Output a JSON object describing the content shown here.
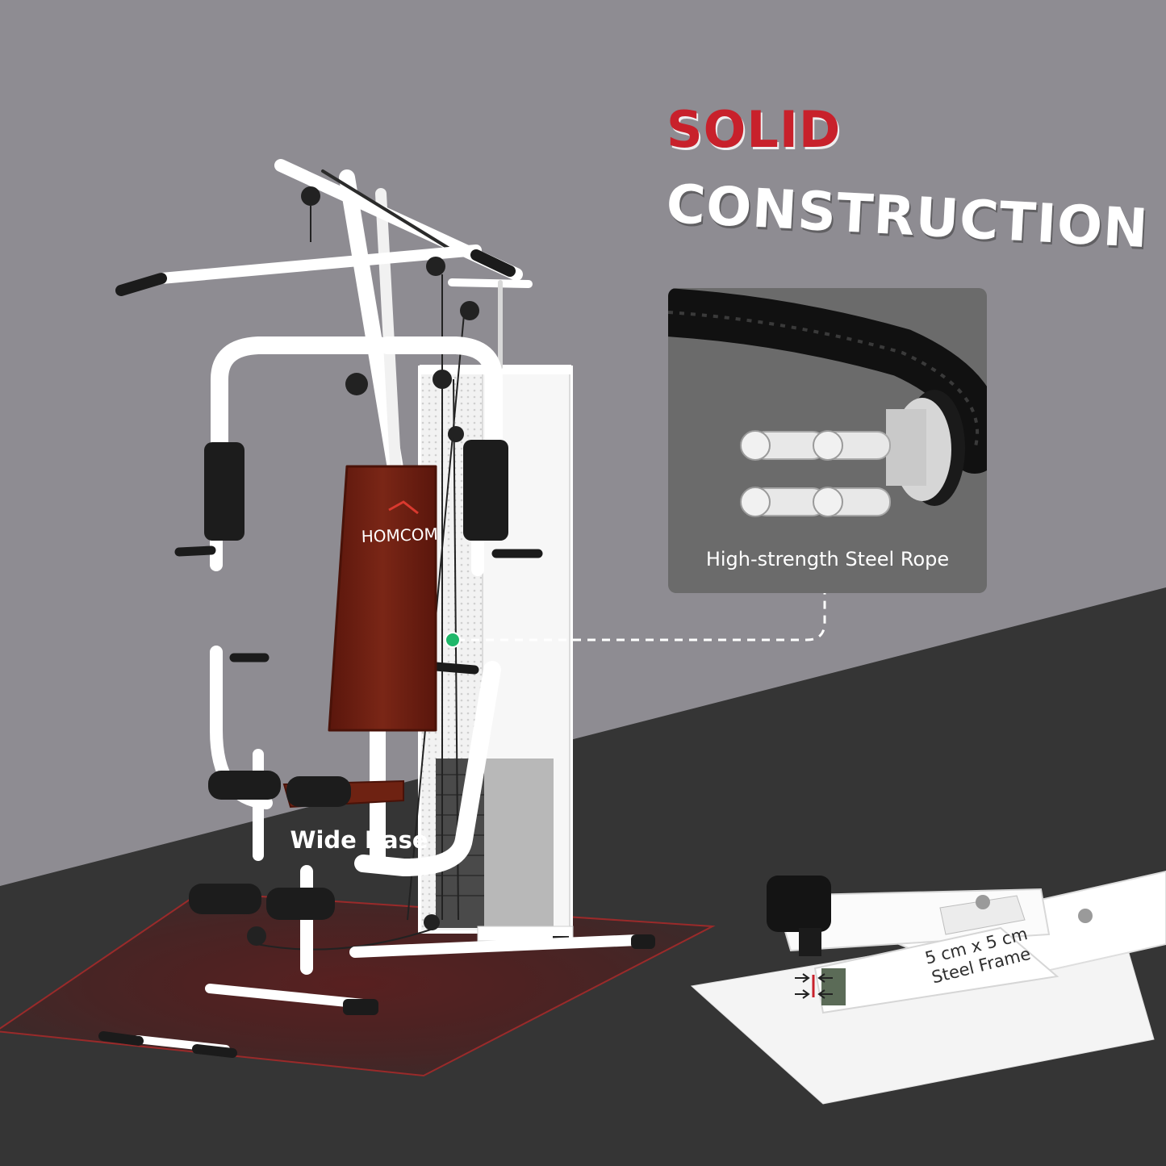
{
  "headline": {
    "line1": "SOLID",
    "line2": "CONSTRUCTION"
  },
  "callout": {
    "label": "High-strength Steel Rope"
  },
  "base": {
    "label": "Wide Base"
  },
  "frame": {
    "line1": "5 cm x 5 cm",
    "line2": "Steel Frame"
  },
  "seat": {
    "brand": "HOMCOM"
  },
  "colors": {
    "wall": "#8e8c92",
    "floor": "#353535",
    "accent_red": "#c8212b",
    "upholstery": "#6e1e12",
    "marker_green": "#1fb86a"
  }
}
